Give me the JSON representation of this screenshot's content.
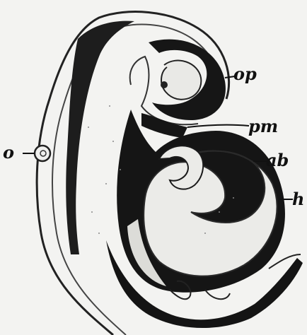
{
  "labels": {
    "op": "op",
    "pm": "pm",
    "ab": "ab",
    "h": "h",
    "o": "o"
  }
}
